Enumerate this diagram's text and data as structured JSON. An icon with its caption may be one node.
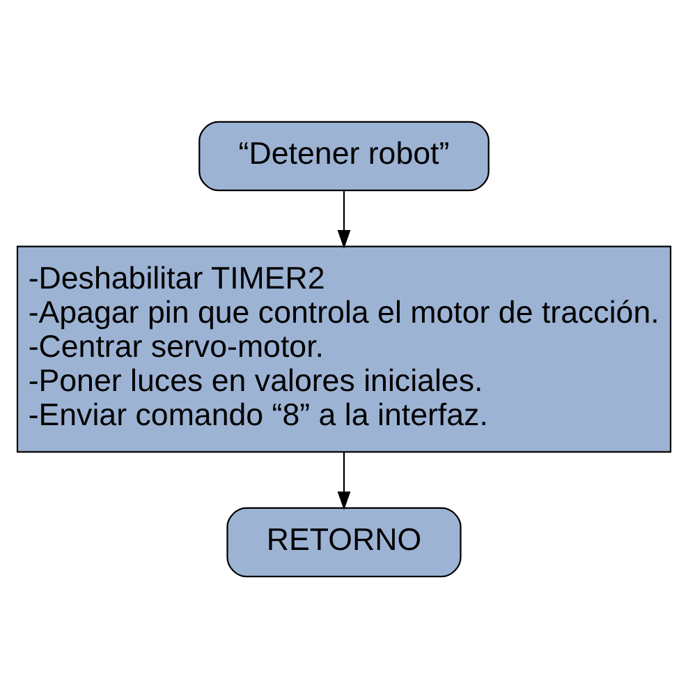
{
  "diagram": {
    "nodes": [
      {
        "text": [
          "“Detener robot”"
        ]
      },
      {
        "text": [
          "-Deshabilitar TIMER2",
          "-Apagar pin que controla el motor de tracción.",
          "-Centrar servo-motor.",
          "-Poner luces en valores iniciales.",
          "-Enviar comando “8” a la interfaz."
        ]
      },
      {
        "text": [
          "RETORNO"
        ]
      }
    ],
    "edges": [
      {
        "from": 0,
        "to": 1,
        "arrow": "to"
      },
      {
        "from": 1,
        "to": 2,
        "arrow": "to"
      }
    ]
  }
}
